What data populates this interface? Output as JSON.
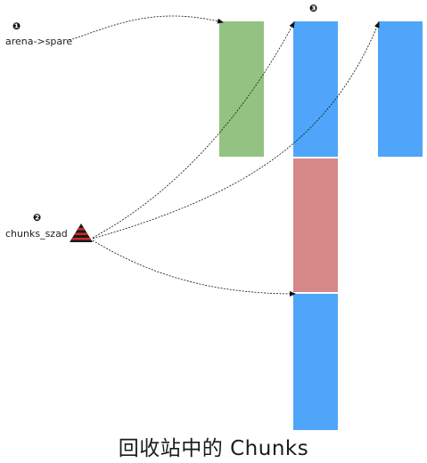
{
  "labels": {
    "arena_spare": "arena->spare",
    "chunks_szad": "chunks_szad",
    "num1": "❶",
    "num2": "❷",
    "num3": "❸"
  },
  "caption": "回收站中的 Chunks",
  "colors": {
    "green_chunk": "#94c282",
    "blue_chunk": "#4fa5f9",
    "red_chunk": "#d68888",
    "arrow": "#111111",
    "tree_red": "#cc2a2a",
    "tree_black": "#1a1a1a"
  },
  "icons": {
    "tree": "red-black-tree-icon"
  }
}
